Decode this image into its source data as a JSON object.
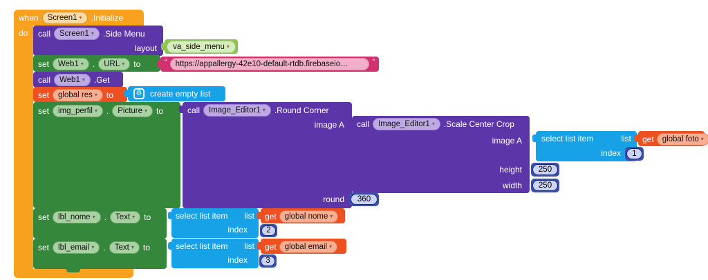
{
  "ui": {
    "caret": "▾",
    "open_quote": "“",
    "close_quote": "”",
    "gear": "⚙"
  },
  "colors": {
    "event_orange": "#F7A11E",
    "method_purple": "#5C35A8",
    "setter_green": "#35873C",
    "helper_lime": "#8DC352",
    "text_pink": "#D1316E",
    "variable_red": "#EF5022",
    "list_blue": "#17A1E6",
    "math_indigo": "#3A4FB5"
  },
  "when_block": {
    "kw": "when",
    "component": "Screen1",
    "event": ".Initialize",
    "do_kw": "do"
  },
  "side_menu": {
    "kw": "call",
    "component": "Screen1",
    "method": ".Side Menu",
    "layout_label": "layout",
    "layout_value": "va_side_menu"
  },
  "set_web_url": {
    "kw": "set",
    "component": "Web1",
    "dot": ".",
    "property": "URL",
    "to": "to",
    "url": "https://appallergy-42e10-default-rtdb.firebaseio…"
  },
  "call_web_get": {
    "kw": "call",
    "component": "Web1",
    "method": ".Get"
  },
  "set_global_res": {
    "kw": "set",
    "variable": "global res",
    "to": "to"
  },
  "create_empty_list": {
    "label": "create empty list"
  },
  "set_img_perfil": {
    "kw": "set",
    "component": "img_perfil",
    "dot": ".",
    "property": "Picture",
    "to": "to"
  },
  "round_corner": {
    "kw": "call",
    "component": "Image_Editor1",
    "method": ".Round Corner",
    "param_image": "image A",
    "param_round": "round",
    "round_value": "360"
  },
  "scale_crop": {
    "kw": "call",
    "component": "Image_Editor1",
    "method": ".Scale Center Crop",
    "param_image": "image A",
    "param_height": "height",
    "param_width": "width",
    "height_value": "250",
    "width_value": "250"
  },
  "select_foto": {
    "label": "select list item",
    "list_label": "list",
    "index_label": "index",
    "index_value": "1"
  },
  "get_foto": {
    "kw": "get",
    "variable": "global foto"
  },
  "set_lbl_nome": {
    "kw": "set",
    "component": "lbl_nome",
    "dot": ".",
    "property": "Text",
    "to": "to"
  },
  "select_nome": {
    "label": "select list item",
    "list_label": "list",
    "index_label": "index",
    "index_value": "2"
  },
  "get_nome": {
    "kw": "get",
    "variable": "global nome"
  },
  "set_lbl_email": {
    "kw": "set",
    "component": "lbl_email",
    "dot": ".",
    "property": "Text",
    "to": "to"
  },
  "select_email": {
    "label": "select list item",
    "list_label": "list",
    "index_label": "index",
    "index_value": "3"
  },
  "get_email": {
    "kw": "get",
    "variable": "global email"
  }
}
